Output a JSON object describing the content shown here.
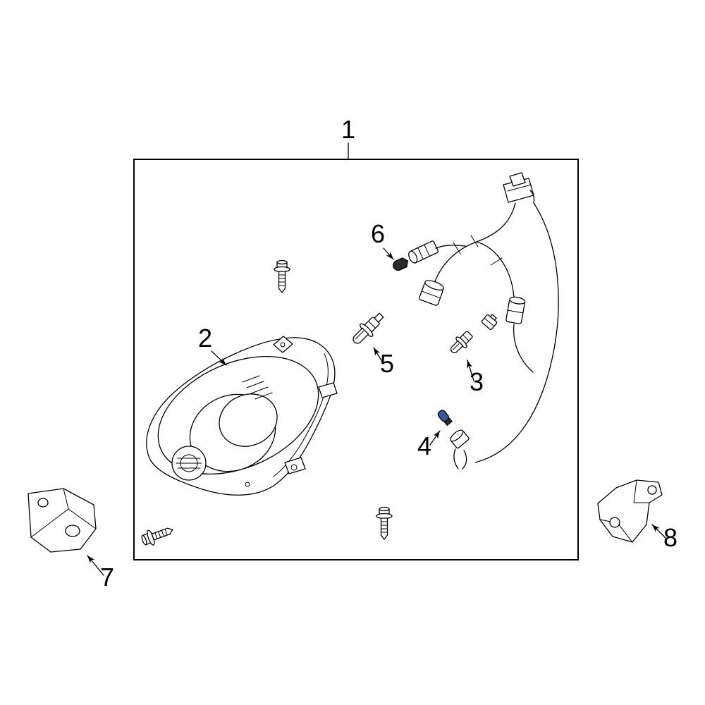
{
  "figure": {
    "type": "exploded-parts-diagram",
    "background": "#ffffff",
    "line_color": "#000000",
    "bulb_accent_color": "#3a57a0",
    "dark_part_color": "#2b2b2b"
  },
  "callouts": {
    "c1": "1",
    "c2": "2",
    "c3": "3",
    "c4": "4",
    "c5": "5",
    "c6": "6",
    "c7": "7",
    "c8": "8"
  }
}
